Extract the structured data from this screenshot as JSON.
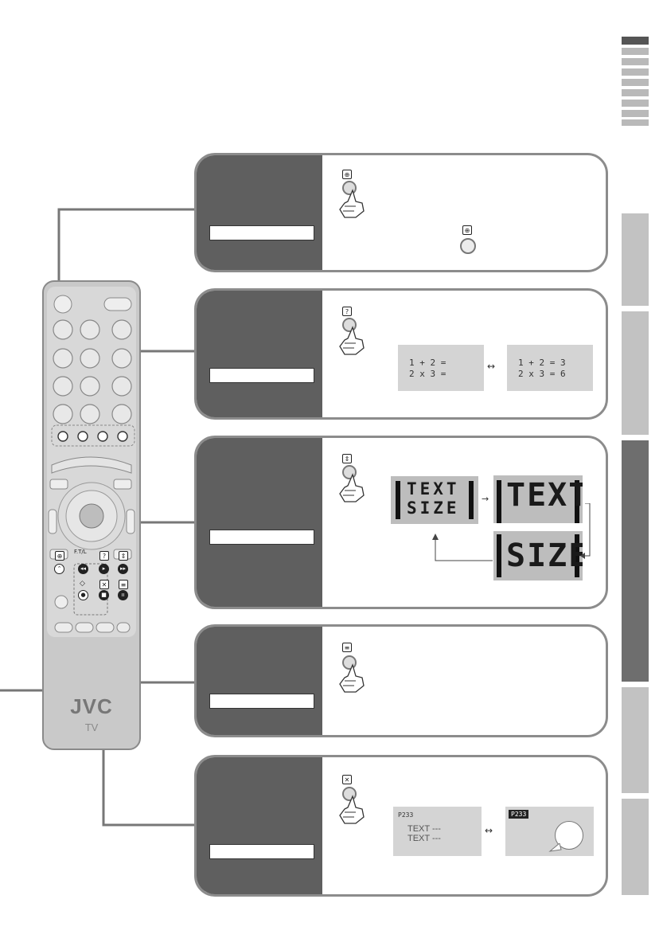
{
  "remote": {
    "brand": "JVC",
    "model_label": "TV",
    "top_labels": [
      "F.T/L"
    ],
    "icons": [
      "subpage-icon",
      "reveal-icon",
      "size-icon",
      "index-icon",
      "hold-icon",
      "cancel-icon",
      "record-icon"
    ]
  },
  "panels": [
    {
      "key": "subpage",
      "button_icon": "subpage-icon",
      "button_shape": "up-arrow-button"
    },
    {
      "key": "reveal",
      "button_icon": "reveal-icon",
      "screen_left": "1 + 2 =\n2 x 3 =",
      "screen_right": "1 + 2 = 3\n2 x 3 = 6"
    },
    {
      "key": "size",
      "button_icon": "size-icon",
      "word1": "TEXT",
      "word2": "SIZE"
    },
    {
      "key": "hold",
      "button_icon": "hold-icon"
    },
    {
      "key": "cancel",
      "button_icon": "cancel-icon",
      "page_number": "P233",
      "screen_lines": "TEXT ---\nTEXT ---"
    }
  ],
  "colors": {
    "dark_panel": "#5f5f5f",
    "panel_border": "#8c8c8c",
    "tab_active": "#6e6e6e",
    "tab_inactive": "#c2c2c2",
    "screen_bg": "#d4d4d4"
  }
}
